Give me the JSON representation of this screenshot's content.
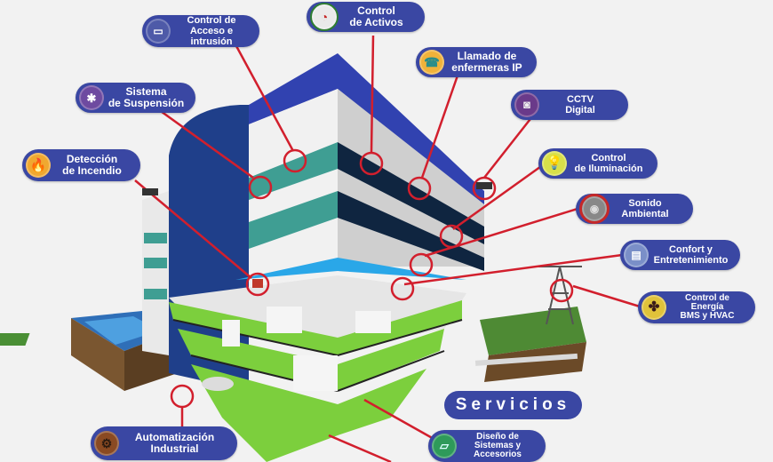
{
  "diagram": {
    "type": "building-systems-infographic",
    "colors": {
      "pill": "#3a47a3",
      "connector": "#d21f2d",
      "background": "#f2f2f2",
      "facade_blue": "#2c3a9e",
      "glass_teal": "#3f9e93",
      "floor_green": "#7ccf3d"
    },
    "labels": [
      {
        "id": "acceso",
        "text": "Control de\nAcceso e\nintrusión",
        "icon": "card-reader-icon"
      },
      {
        "id": "activos",
        "text": "Control\nde Activos",
        "icon": "gauge-icon"
      },
      {
        "id": "enfermeras",
        "text": "Llamado de\nenfermeras IP",
        "icon": "nurse-call-icon"
      },
      {
        "id": "cctv",
        "text": "CCTV\nDigital",
        "icon": "camera-icon"
      },
      {
        "id": "iluminacion",
        "text": "Control\nde Iluminación",
        "icon": "lightbulb-icon"
      },
      {
        "id": "sonido",
        "text": "Sonido\nAmbiental",
        "icon": "speaker-icon"
      },
      {
        "id": "confort",
        "text": "Confort y\nEntretenimiento",
        "icon": "remote-control-icon"
      },
      {
        "id": "energia",
        "text": "Control de\nEnergía\nBMS y HVAC",
        "icon": "fan-icon"
      },
      {
        "id": "suspension",
        "text": "Sistema\nde Suspensión",
        "icon": "sprinkler-icon"
      },
      {
        "id": "incendio",
        "text": "Detección\nde Incendio",
        "icon": "fire-icon"
      },
      {
        "id": "automatizacion",
        "text": "Automatización\nIndustrial",
        "icon": "industrial-machine-icon"
      },
      {
        "id": "diseno",
        "text": "Diseño de\nSistemas y\nAccesorios",
        "icon": "design-tool-icon"
      }
    ],
    "services_title": "Servicios"
  }
}
